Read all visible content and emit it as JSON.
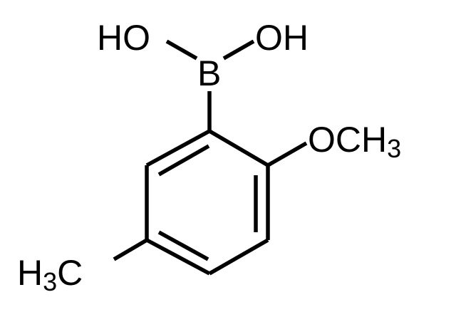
{
  "molecule": {
    "labels": {
      "hydroxyl_left": "HO",
      "hydroxyl_right": "OH",
      "boron": "B",
      "methoxy_oxygen": "O",
      "methoxy_methyl_main": "CH",
      "methoxy_methyl_sub": "3",
      "methyl_main_h": "H",
      "methyl_sub": "3",
      "methyl_main_c": "C"
    },
    "line_color": "#000000"
  }
}
